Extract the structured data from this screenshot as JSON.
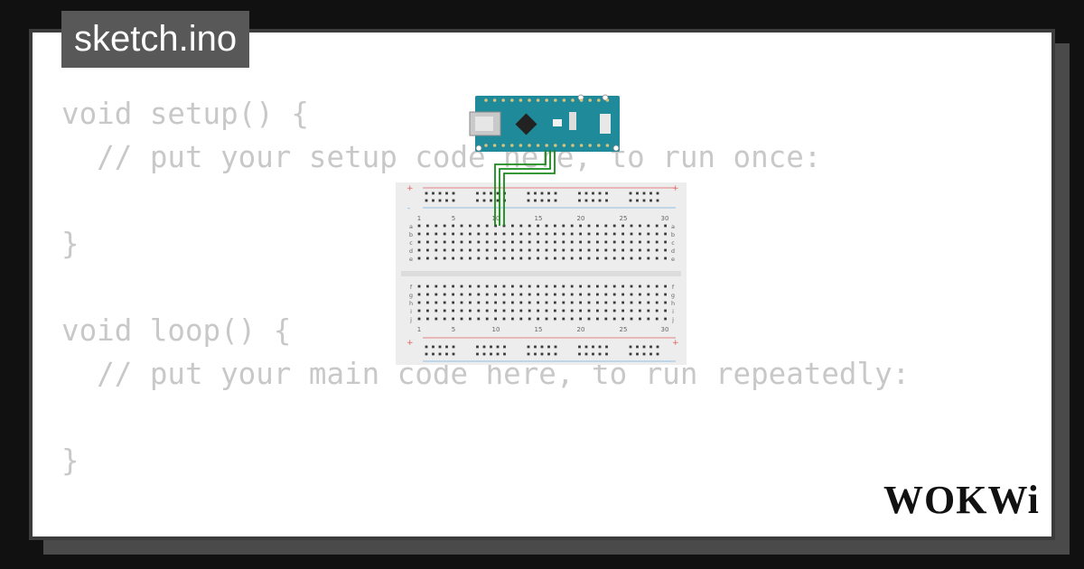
{
  "filename": "sketch.ino",
  "code_lines": [
    "void setup() {",
    "  // put your setup code here, to run once:",
    "",
    "}",
    "",
    "void loop() {",
    "  // put your main code here, to run repeatedly:",
    "",
    "}"
  ],
  "brand": "WOKWi",
  "breadboard": {
    "column_numbers": [
      "1",
      "5",
      "10",
      "15",
      "20",
      "25",
      "30"
    ],
    "rows_top": [
      "a",
      "b",
      "c",
      "d",
      "e"
    ],
    "rows_bottom": [
      "f",
      "g",
      "h",
      "i",
      "j"
    ],
    "rail_plus": "+",
    "rail_minus": "-"
  },
  "colors": {
    "background": "#111111",
    "card": "#ffffff",
    "tab": "#585858",
    "code_text": "#c8c8c8",
    "board_teal": "#1f8a9a",
    "wire": "#1a8a1a",
    "breadboard": "#ededed"
  },
  "icons": [
    "arduino-nano-icon",
    "breadboard-icon",
    "wokwi-logo-icon"
  ]
}
